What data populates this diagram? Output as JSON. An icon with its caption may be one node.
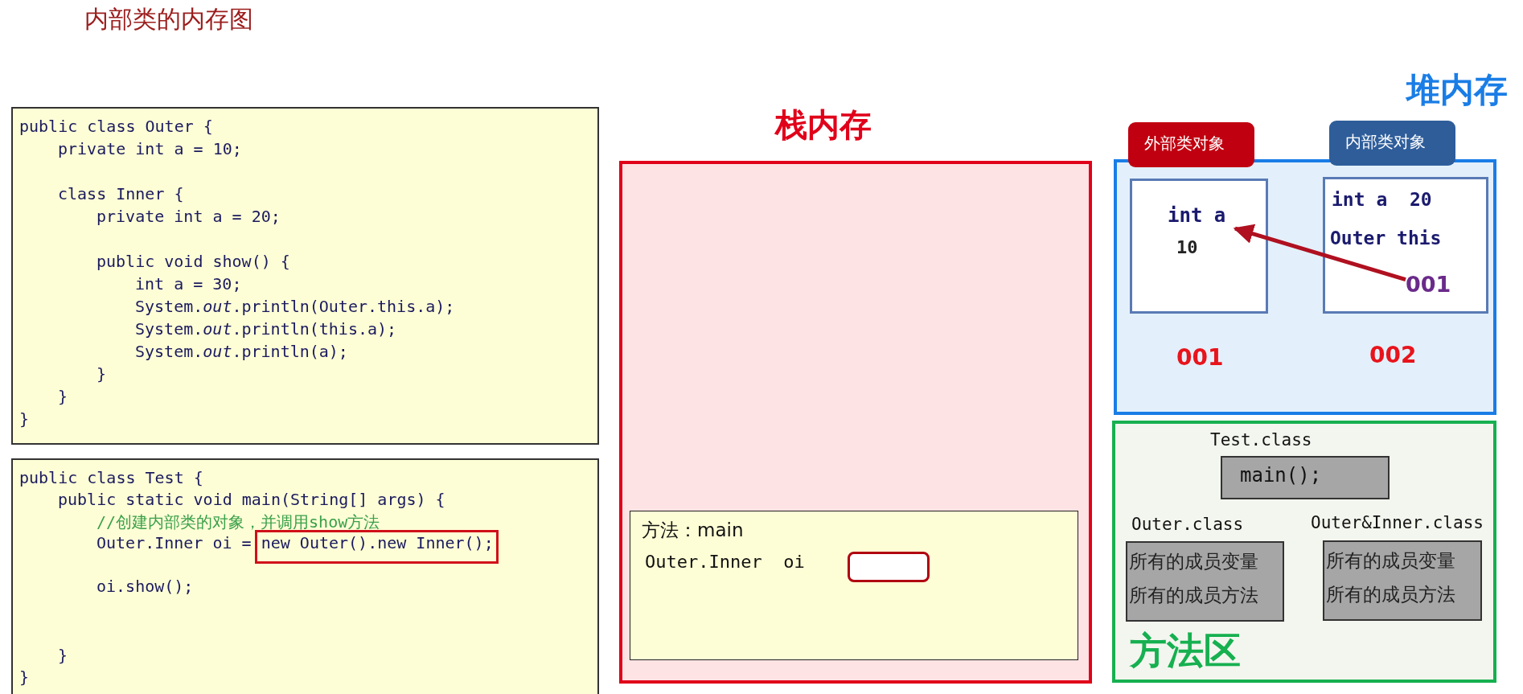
{
  "diagram": {
    "title": "内部类的内存图",
    "nodes": [
      {
        "text": [
          "public class Outer {",
          "private int a = 10;",
          "class Inner {",
          "private int a = 20;",
          "public void show() {",
          "int a = 30;",
          "System.*out*.println(Outer.this.a);",
          "System.*out*.println(this.a);",
          "System.*out*.println(a);",
          "}",
          "}",
          "}"
        ]
      },
      {
        "text": [
          "public class Test {",
          "public static void main(String[] args) {",
          "//创建内部类的对象，并调用show方法",
          "Outer.Inner oi = new Outer().new Inner();",
          "oi.show();",
          "}",
          "}"
        ]
      },
      {
        "text": [
          "栈内存"
        ]
      },
      {
        "text": [
          "方法：main",
          "Outer.Inner  oi"
        ],
        "in": 2
      },
      {
        "text": [],
        "shape": "box",
        "in": 3
      },
      {
        "text": [
          "堆内存"
        ]
      },
      {
        "text": [
          "外部类对象"
        ]
      },
      {
        "text": [
          "内部类对象"
        ]
      },
      {
        "text": [
          "10"
        ],
        "in": 5,
        "beside": [
          "001"
        ]
      },
      {
        "text": [
          "int a"
        ],
        "in": 8
      },
      {
        "text": [
          "int a  20",
          "Outer this"
        ],
        "in": 5,
        "beside": [
          "002"
        ]
      },
      {
        "text": [
          "001"
        ],
        "in": 10
      },
      {
        "text": [
          "方法区"
        ]
      },
      {
        "text": [
          "main();"
        ],
        "in": 12,
        "beside": [
          "Test.class"
        ]
      },
      {
        "text": [
          "所有的成员变量",
          "所有的成员方法"
        ],
        "in": 12,
        "beside": [
          "Outer.class"
        ]
      },
      {
        "text": [
          "所有的成员变量",
          "所有的成员方法"
        ],
        "in": 12,
        "beside": [
          "Outer&Inner.class"
        ]
      }
    ],
    "edges": [
      {
        "from": 11,
        "to": 9,
        "arrow": "to",
        "color": "#b01020"
      }
    ]
  }
}
